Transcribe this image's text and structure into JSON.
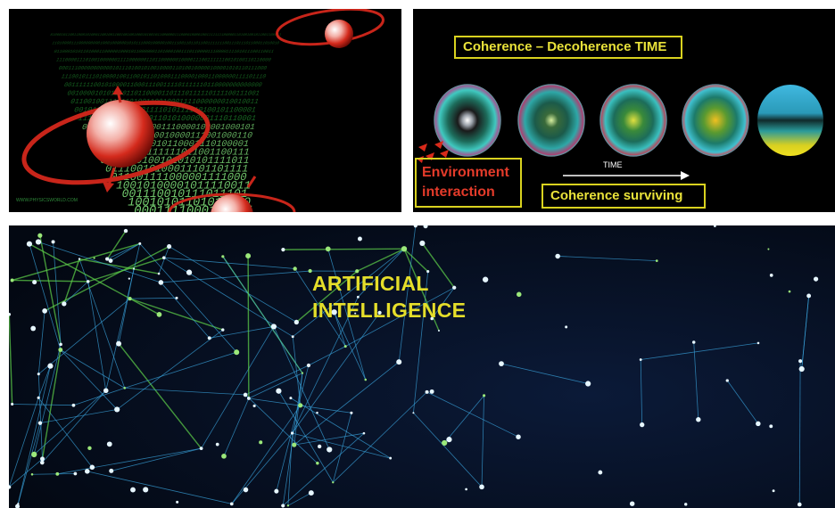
{
  "panels": {
    "quantum_bits": {
      "credit": "WWW.PHYSICSWORLD.COM"
    },
    "coherence": {
      "title": "Coherence – Decoherence TIME",
      "env_line1": "Environment",
      "env_line2": "interaction",
      "time_label": "TIME",
      "surviving": "Coherence surviving"
    },
    "ai": {
      "line1": "ARTIFICIAL",
      "line2": "INTELLIGENCE"
    }
  },
  "colors": {
    "accent_yellow": "#e9e23a",
    "environment_red": "#e33b2a",
    "network_blue": "#3aa6e0",
    "network_green": "#5fd34a"
  }
}
